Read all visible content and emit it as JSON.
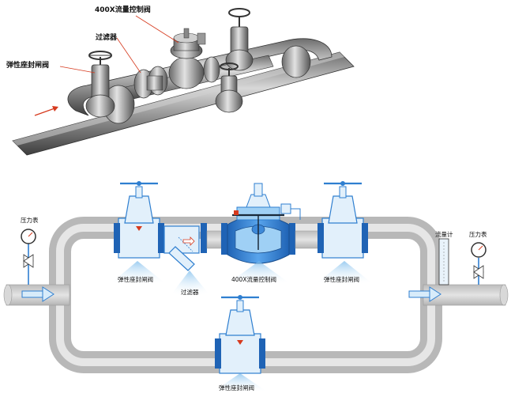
{
  "top_view": {
    "labels": {
      "flow_control_valve": "400X流量控制阀",
      "strainer": "过滤器",
      "gate_valve": "弹性座封闸阀"
    }
  },
  "schematic": {
    "labels": {
      "pressure_gauge_left": "压力表",
      "pressure_gauge_right": "压力表",
      "flow_meter": "流量计",
      "gate_valve_1": "弹性座封闸阀",
      "strainer": "过滤器",
      "flow_control_valve": "400X流量控制阀",
      "gate_valve_2": "弹性座封闸阀",
      "gate_valve_bypass": "弹性座封闸阀"
    }
  },
  "colors": {
    "pipe_gray": "#9a9a9a",
    "schematic_pipe": "#c8c8c8",
    "valve_blue": "#2f7fd0",
    "light_blue": "#d8ecfa",
    "arrow_red": "#d63a1e",
    "label_fan": "#a8d4f2"
  }
}
